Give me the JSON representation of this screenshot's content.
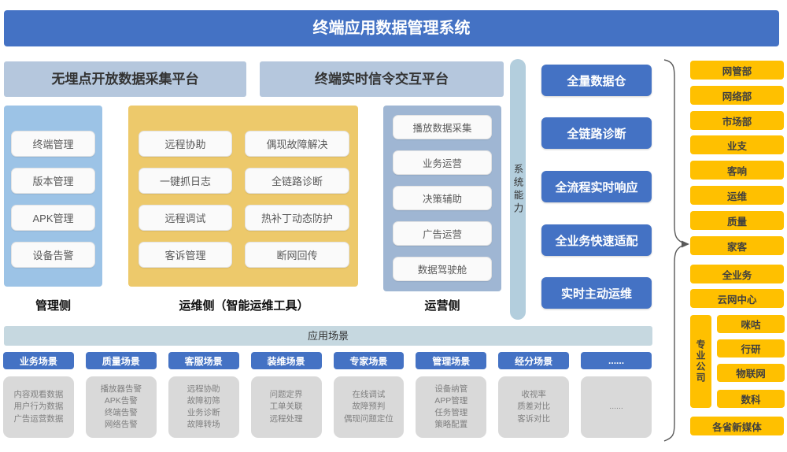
{
  "title": "终端应用数据管理系统",
  "platforms": [
    {
      "label": "无埋点开放数据采集平台"
    },
    {
      "label": "终端实时信令交互平台"
    }
  ],
  "columns": [
    {
      "label": "管理侧",
      "items": [
        "终端管理",
        "版本管理",
        "APK管理",
        "设备告警"
      ]
    },
    {
      "label": "运维侧（智能运维工具）",
      "items_left": [
        "远程协助",
        "一键抓日志",
        "远程调试",
        "客诉管理"
      ],
      "items_right": [
        "偶现故障解决",
        "全链路诊断",
        "热补丁动态防护",
        "断网回传"
      ]
    },
    {
      "label": "运营侧",
      "items": [
        "播放数据采集",
        "业务运营",
        "决策辅助",
        "广告运营",
        "数据驾驶舱"
      ]
    }
  ],
  "system_capability": "系统能力",
  "capabilities": [
    "全量数据仓",
    "全链路诊断",
    "全流程实时响应",
    "全业务快速适配",
    "实时主动运维"
  ],
  "departments": [
    "网管部",
    "网络部",
    "市场部",
    "业支",
    "客响",
    "运维",
    "质量",
    "家客",
    "全业务",
    "云网中心"
  ],
  "professional_company": {
    "label": "专业公司",
    "items": [
      "咪咕",
      "行研",
      "物联网",
      "数科"
    ]
  },
  "provinces_label": "各省新媒体",
  "application_scenarios_label": "应用场景",
  "scenarios": [
    {
      "name": "业务场景",
      "details": [
        "内容观看数据",
        "用户行为数据",
        "广告运营数据"
      ]
    },
    {
      "name": "质量场景",
      "details": [
        "播放器告警",
        "APK告警",
        "终端告警",
        "网络告警"
      ]
    },
    {
      "name": "客服场景",
      "details": [
        "远程协助",
        "故障初筛",
        "业务诊断",
        "故障转场"
      ]
    },
    {
      "name": "装维场景",
      "details": [
        "问题定界",
        "工单关联",
        "远程处理"
      ]
    },
    {
      "name": "专家场景",
      "details": [
        "在线调试",
        "故障预判",
        "偶现问题定位"
      ]
    },
    {
      "name": "管理场景",
      "details": [
        "设备纳管",
        "APP管理",
        "任务管理",
        "策略配置"
      ]
    },
    {
      "name": "经分场景",
      "details": [
        "收视率",
        "质差对比",
        "客诉对比"
      ]
    },
    {
      "name": "......",
      "details": [
        "......"
      ]
    }
  ],
  "colors": {
    "primary_blue": "#4472C4",
    "platform_header_fill": "#B5C7DD",
    "management_fill": "#9CC3E6",
    "ops_fill": "#EDC96B",
    "operation_fill": "#9FB6D3",
    "capability_bar_fill": "#B3CEDD",
    "scenario_bar_fill": "#C6D8E0",
    "department_orange": "#FFC000",
    "detail_gray": "#D9D9D9"
  }
}
